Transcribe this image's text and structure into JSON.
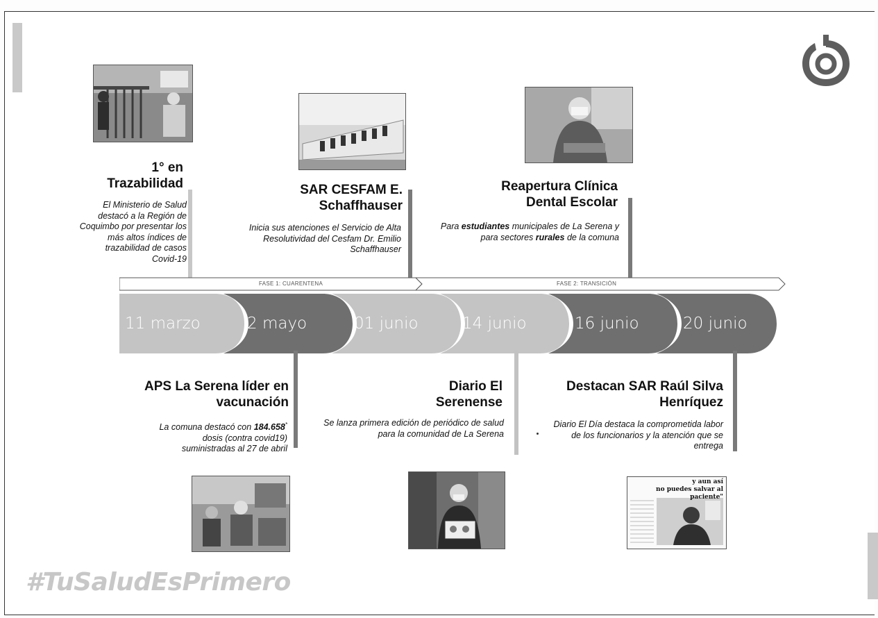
{
  "colors": {
    "pill_light": "#c4c4c4",
    "pill_dark": "#6f6f6f",
    "stem_dark": "#7a7a7a",
    "stem_light": "#c2c2c2",
    "hashtag": "#c7c7c7"
  },
  "phases": [
    {
      "label": "FASE 1: CUARENTENA"
    },
    {
      "label": "FASE 2: TRANSICIÓN"
    }
  ],
  "dates": [
    "11 marzo",
    "2 mayo",
    "01 junio",
    "14 junio",
    "16 junio",
    "20 junio"
  ],
  "events_top": [
    {
      "title": "1° en Trazabilidad",
      "desc": "El Ministerio de Salud destacó a la Región de Coquimbo por presentar los más altos índices de trazabilidad de casos Covid-19"
    },
    {
      "title": "SAR CESFAM E. Schaffhauser",
      "desc": "Inicia sus atenciones el Servicio de Alta Resolutividad del Cesfam Dr. Emilio Schaffhauser"
    },
    {
      "title": "Reapertura Clínica Dental Escolar",
      "desc_parts": [
        "Para ",
        "estudiantes",
        " municipales de La Serena y para sectores ",
        "rurales",
        " de la comuna"
      ]
    }
  ],
  "events_bottom": [
    {
      "title": "APS La Serena líder en vacunación",
      "desc_parts": [
        "La comuna destacó con ",
        "184.658",
        "*",
        " dosis (contra covid19) suministradas al 27 de abril"
      ]
    },
    {
      "title": "Diario El Serenense",
      "desc": "Se lanza primera edición de periódico de salud para la comunidad de La Serena"
    },
    {
      "title": "Destacan SAR Raúl Silva Henríquez",
      "desc": "Diario El Día destaca la comprometida labor de los funcionarios y la atención que se entrega"
    }
  ],
  "newspaper": {
    "headline_1": "y aun así",
    "headline_2": "no puedes salvar al paciente\""
  },
  "hashtag": "#TuSaludEsPrimero"
}
